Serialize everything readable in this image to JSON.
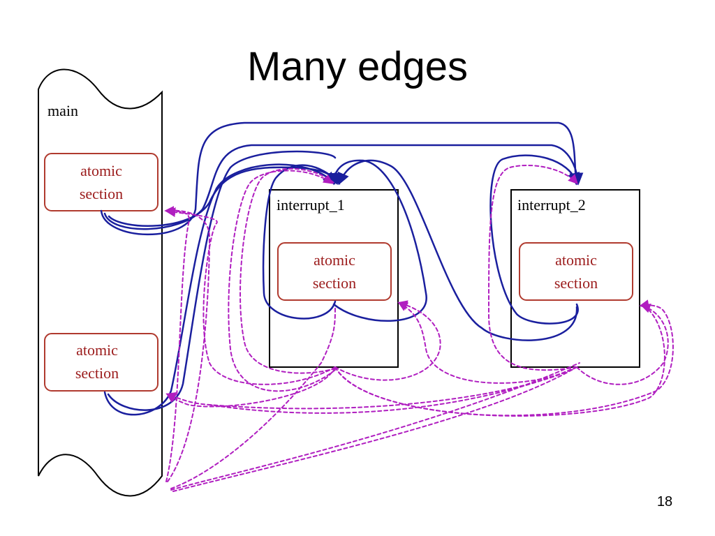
{
  "slide": {
    "title": "Many edges",
    "page_number": "18"
  },
  "diagram": {
    "main": {
      "label": "main",
      "sections": [
        "atomic section",
        "atomic section"
      ]
    },
    "interrupt_1": {
      "label": "interrupt_1",
      "section": "atomic section"
    },
    "interrupt_2": {
      "label": "interrupt_2",
      "section": "atomic section"
    },
    "colors": {
      "solid_edge": "#1a1f9e",
      "dashed_edge": "#b01ec0",
      "section_border": "#b03a2e",
      "section_text": "#9b1b1b"
    }
  }
}
